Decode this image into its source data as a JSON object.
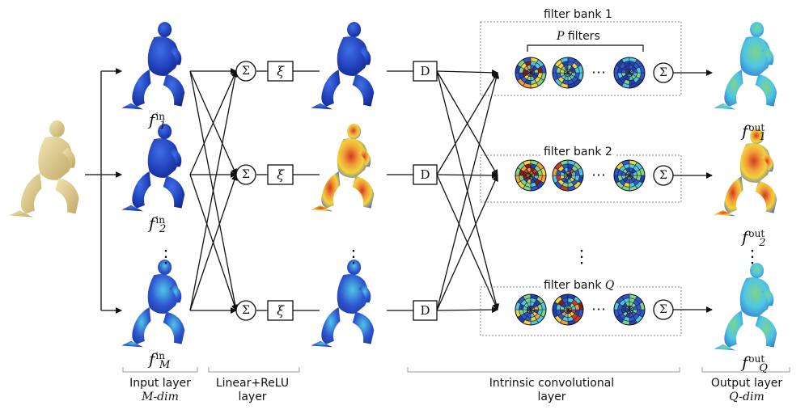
{
  "labels": {
    "input_layer": "Input layer",
    "input_dim": "M-dim",
    "linear_relu": "Linear+ReLU",
    "linear_relu_2": "layer",
    "intrinsic": "Intrinsic convolutional",
    "intrinsic_2": "layer",
    "output_layer": "Output layer",
    "output_dim": "Q-dim"
  },
  "filter_banks": [
    {
      "prefix": "filter bank",
      "index": "1"
    },
    {
      "prefix": "filter bank",
      "index": "2"
    },
    {
      "prefix": "filter bank",
      "index": "Q"
    }
  ],
  "p_filters": {
    "var": "P",
    "text": "filters"
  },
  "symbols": {
    "sum": "Σ",
    "relu": "ξ",
    "drop": "D",
    "ellipsis": "⋯",
    "vdots": "⋮"
  },
  "input_features": [
    {
      "base": "f",
      "sup": "in",
      "sub": "1"
    },
    {
      "base": "f",
      "sup": "in",
      "sub": "2"
    },
    {
      "base": "f",
      "sup": "in",
      "sub": "M"
    }
  ],
  "output_features": [
    {
      "base": "f",
      "sup": "out",
      "sub": "1"
    },
    {
      "base": "f",
      "sup": "out",
      "sub": "2"
    },
    {
      "base": "f",
      "sup": "out",
      "sub": "Q"
    }
  ],
  "colors": {
    "blue": "#1f3fb8",
    "red": "#d23a1e",
    "yellow": "#f2d33a",
    "cyan": "#4fc7e3",
    "sand": "#e2d08f"
  }
}
